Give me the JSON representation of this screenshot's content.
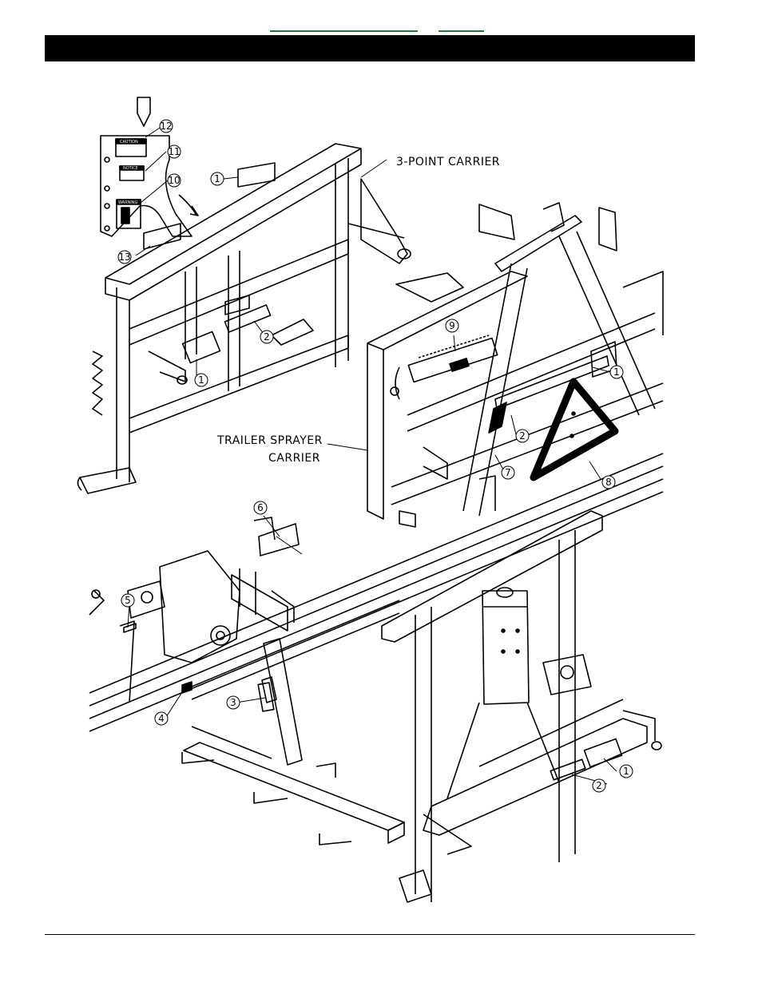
{
  "diagram": {
    "labels": {
      "three_point": "3-POINT CARRIER",
      "trailer_line1": "TRAILER SPRAYER",
      "trailer_line2": "CARRIER"
    },
    "callouts": [
      "1",
      "2",
      "3",
      "4",
      "5",
      "6",
      "7",
      "8",
      "9",
      "10",
      "11",
      "12",
      "13"
    ],
    "decals": {
      "caution": "CAUTION",
      "notice": "NOTICE",
      "warning": "WARNING"
    }
  }
}
